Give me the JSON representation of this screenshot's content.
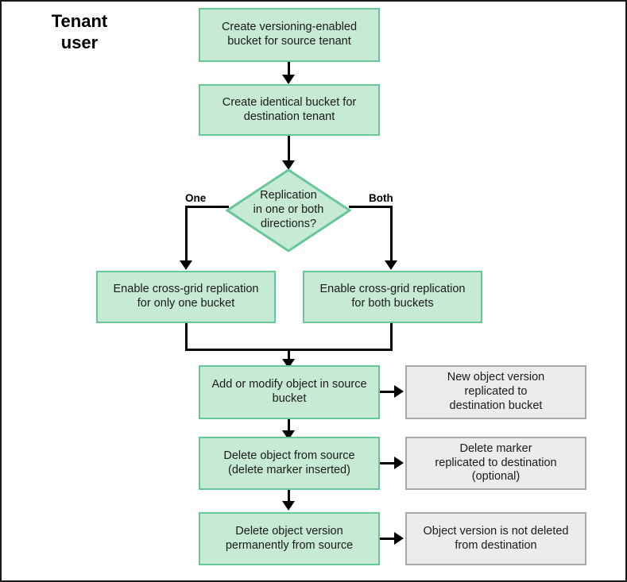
{
  "diagram": {
    "title_line1": "Tenant",
    "title_line2": "user",
    "colors": {
      "process_fill": "#c7ead4",
      "process_border": "#68c79a",
      "result_fill": "#ececec",
      "result_border": "#a9a9a9",
      "connector": "#000000",
      "canvas": "#ffffff",
      "frame_border": "#1a1a1a"
    },
    "nodes": {
      "create_source_bucket": {
        "line1": "Create versioning-enabled",
        "line2": "bucket for source tenant"
      },
      "create_destination_bucket": {
        "line1": "Create identical bucket for",
        "line2": "destination tenant"
      },
      "decision": {
        "line1": "Replication",
        "line2": "in one or both",
        "line3": "directions?"
      },
      "enable_one_bucket": {
        "line1": "Enable cross-grid replication",
        "line2": "for only one bucket"
      },
      "enable_both_buckets": {
        "line1": "Enable cross-grid replication",
        "line2": "for both buckets"
      },
      "add_modify_object": {
        "line1": "Add or modify object in source",
        "line2": "bucket"
      },
      "new_object_version": {
        "line1": "New object version",
        "line2": "replicated to",
        "line3": "destination bucket"
      },
      "delete_object_source": {
        "line1": "Delete object from source",
        "line2": "(delete marker inserted)"
      },
      "delete_marker_replicated": {
        "line1": "Delete marker",
        "line2": "replicated to destination",
        "line3": "(optional)"
      },
      "delete_version_permanently": {
        "line1": "Delete object version",
        "line2": "permanently from source"
      },
      "version_not_deleted": {
        "line1": "Object version is not deleted",
        "line2": "from destination"
      }
    },
    "edge_labels": {
      "one": "One",
      "both": "Both"
    }
  }
}
